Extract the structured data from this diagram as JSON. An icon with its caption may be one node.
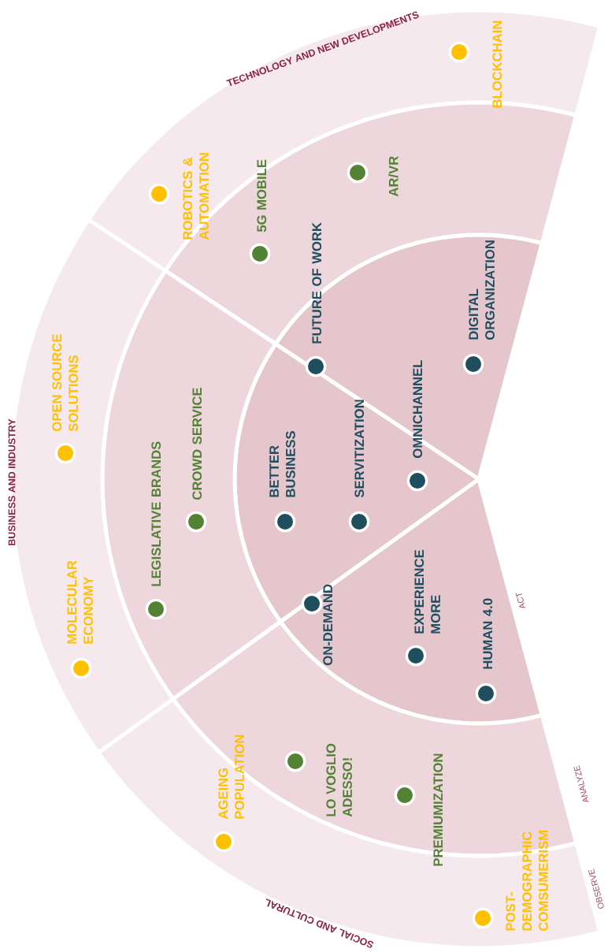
{
  "diagram": {
    "nodes": [
      {
        "text": [],
        "shape": "circle",
        "beside": [
          "BLOCKCHAIN"
        ]
      },
      {
        "text": [],
        "shape": "circle",
        "beside": [
          "ROBOTICS & AUTOMATION"
        ]
      },
      {
        "text": [],
        "shape": "circle",
        "beside": [
          "OPEN SOURCE SOLUTIONS"
        ]
      },
      {
        "text": [],
        "shape": "circle",
        "beside": [
          "MOLECULAR ECONOMY"
        ]
      },
      {
        "text": [],
        "shape": "circle",
        "beside": [
          "AGEING POPULATION"
        ]
      },
      {
        "text": [],
        "shape": "circle",
        "beside": [
          "POST- DEMOGRAPHIC COMSUMERISM"
        ]
      },
      {
        "text": [],
        "shape": "circle",
        "beside": [
          "5G MOBILE"
        ]
      },
      {
        "text": [],
        "shape": "circle",
        "beside": [
          "AR/VR"
        ]
      },
      {
        "text": [],
        "shape": "circle",
        "beside": [
          "LEGISLATIVE BRANDS"
        ]
      },
      {
        "text": [],
        "shape": "circle",
        "beside": [
          "CROWD SERVICE"
        ]
      },
      {
        "text": [],
        "shape": "circle",
        "beside": [
          "LO VOGLIO ADESSO!"
        ]
      },
      {
        "text": [],
        "shape": "circle",
        "beside": [
          "PREMIUMIZATION"
        ]
      },
      {
        "text": [],
        "shape": "circle",
        "beside": [
          "FUTURE OF WORK"
        ]
      },
      {
        "text": [],
        "shape": "circle",
        "beside": [
          "DIGITAL ORGANIZATION"
        ]
      },
      {
        "text": [],
        "shape": "circle",
        "beside": [
          "OMNICHANNEL"
        ]
      },
      {
        "text": [],
        "shape": "circle",
        "beside": [
          "SERVITIZATION"
        ]
      },
      {
        "text": [],
        "shape": "circle",
        "beside": [
          "BETTER BUSINESS"
        ]
      },
      {
        "text": [],
        "shape": "circle",
        "beside": [
          "ON-DEMAND"
        ]
      },
      {
        "text": [],
        "shape": "circle",
        "beside": [
          "EXPERIENCE MORE"
        ]
      },
      {
        "text": [],
        "shape": "circle",
        "beside": [
          "HUMAN 4.0"
        ]
      }
    ],
    "labels": [
      "TECHNOLOGY AND NEW DEVELOPMENTS",
      "BUSINESS AND INDUSTRY",
      "SOCIAL AND CULTURAL",
      "ACT",
      "ANALYZE",
      "OBSERVE"
    ]
  }
}
